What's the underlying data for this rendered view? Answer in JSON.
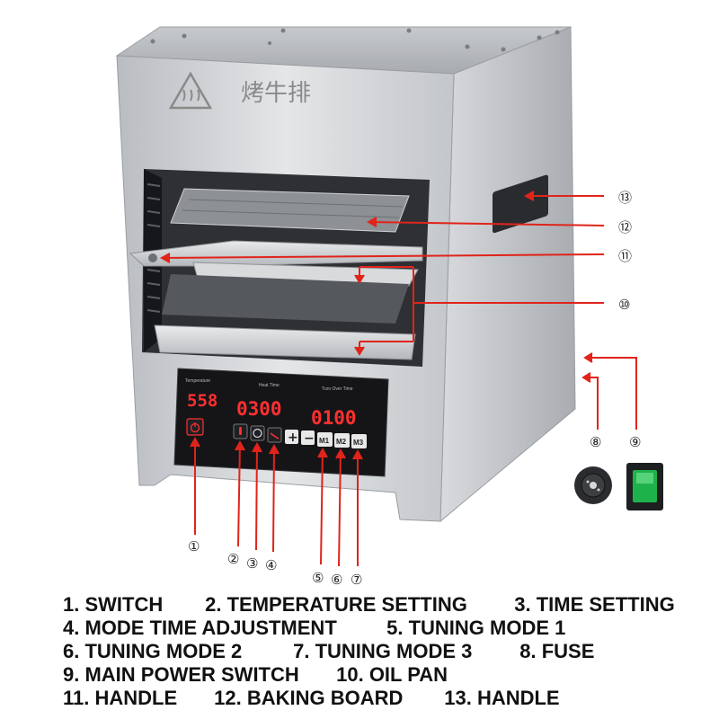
{
  "product": {
    "brand_mark": "烤牛排",
    "panel": {
      "temperature_label": "Temperature",
      "heat_time_label": "Heat Time",
      "turn_over_time_label": "Turn Over Time",
      "temperature_value": "558",
      "heat_time_value": "0300",
      "turn_over_time_value": "0100",
      "m1": "M1",
      "m2": "M2",
      "m3": "M3",
      "plus": "+",
      "minus": "−"
    }
  },
  "callouts": [
    "①",
    "②",
    "③",
    "④",
    "⑤",
    "⑥",
    "⑦",
    "⑧",
    "⑨",
    "⑩",
    "⑪",
    "⑫",
    "⑬"
  ],
  "legend": [
    [
      "1. SWITCH",
      "2. TEMPERATURE SETTING",
      "3. TIME SETTING"
    ],
    [
      "4. MODE TIME ADJUSTMENT",
      "5. TUNING MODE 1"
    ],
    [
      "6. TUNING MODE 2",
      "7. TUNING MODE 3",
      "8. FUSE"
    ],
    [
      "9. MAIN POWER SWITCH",
      "10. OIL PAN"
    ],
    [
      "11. HANDLE",
      "12. BAKING BOARD",
      "13. HANDLE"
    ]
  ],
  "colors": {
    "callout_line": "#e0241b",
    "display_digits": "#ff3030",
    "panel": "#151518",
    "steel": "#c9ccd0",
    "power_switch": "#1db34a"
  }
}
